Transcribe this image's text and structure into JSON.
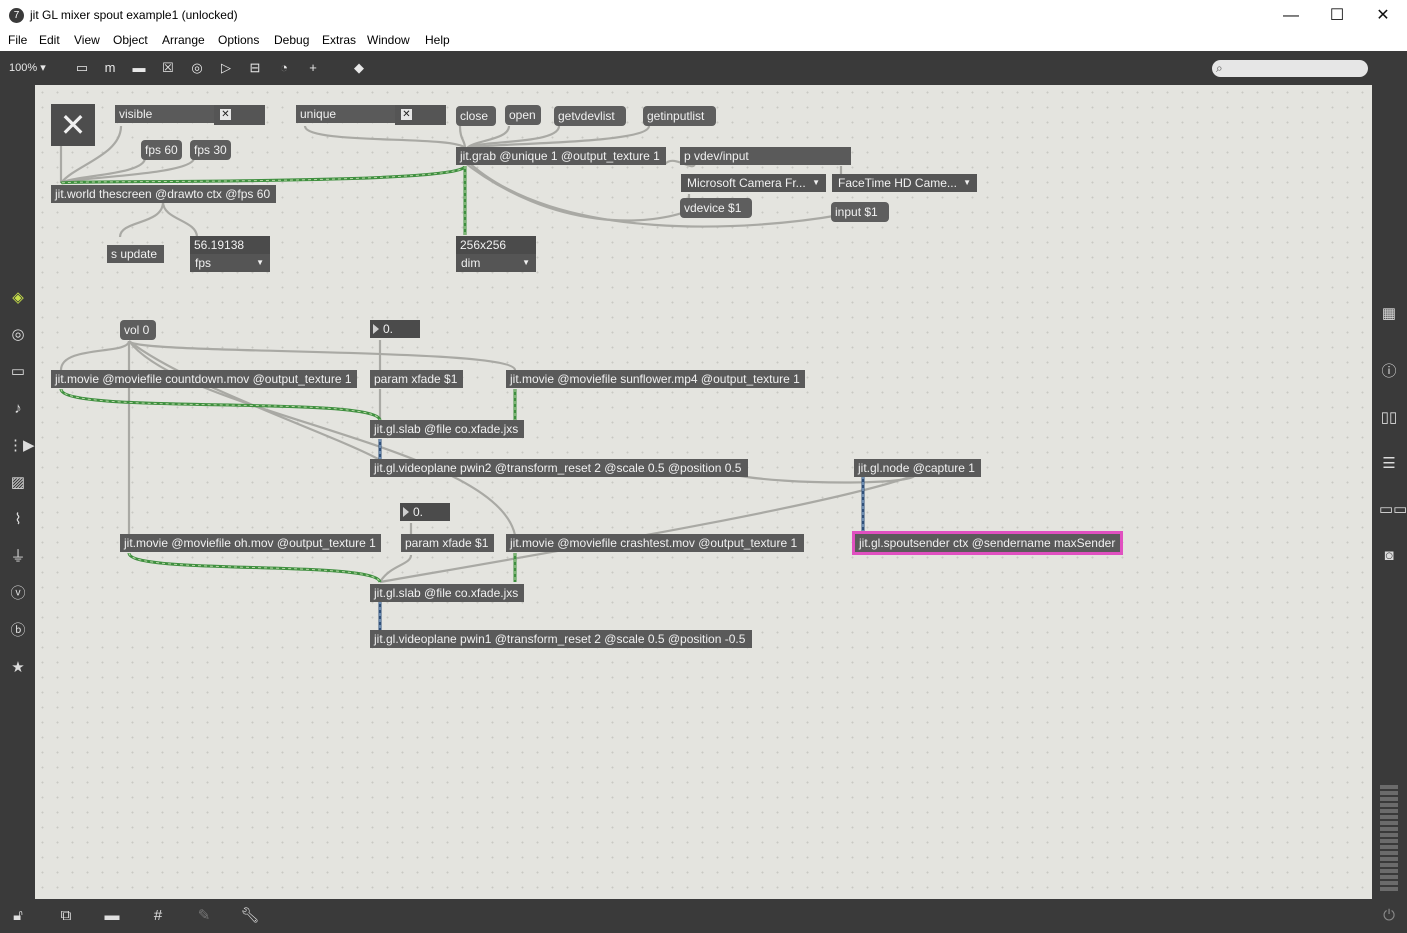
{
  "window": {
    "title": "jit GL mixer spout example1 (unlocked)",
    "app_icon": "7",
    "minimize": "—",
    "maximize": "☐",
    "close": "✕"
  },
  "menu": [
    "File",
    "Edit",
    "View",
    "Object",
    "Arrange",
    "Options",
    "Debug",
    "Extras",
    "Window",
    "Help"
  ],
  "toolbar": {
    "zoom": "100% ▾"
  },
  "objects": {
    "visible_label": "visible",
    "unique_label": "unique",
    "close_msg": "close",
    "open_msg": "open",
    "getvdevlist_msg": "getvdevlist",
    "getinputlist_msg": "getinputlist",
    "fps60_msg": "fps 60",
    "fps30_msg": "fps 30",
    "jitgrab": "jit.grab @unique 1 @output_texture 1",
    "pvdev": "p vdev/input",
    "camera_menu": "Microsoft Camera Fr...",
    "facetime_menu": "FaceTime HD Came...",
    "vdevice_msg": "vdevice $1",
    "input_msg": "input $1",
    "jitworld": "jit.world thescreen @drawto ctx @fps 60",
    "s_update": "s update",
    "fps_value": "56.19138",
    "fps_menu": "fps",
    "dim_value": "256x256",
    "dim_menu": "dim",
    "vol_msg": "vol 0",
    "num1": "0.",
    "num2": "0.",
    "movie_countdown": "jit.movie @moviefile countdown.mov @output_texture 1",
    "param_xfade1": "param xfade $1",
    "movie_sunflower": "jit.movie @moviefile sunflower.mp4 @output_texture 1",
    "slab1": "jit.gl.slab @file co.xfade.jxs",
    "videoplane2": "jit.gl.videoplane pwin2 @transform_reset 2 @scale 0.5 @position 0.5",
    "glnode": "jit.gl.node @capture 1",
    "movie_oh": "jit.movie @moviefile oh.mov @output_texture 1",
    "param_xfade2": "param xfade $1",
    "movie_crashtest": "jit.movie @moviefile crashtest.mov @output_texture 1",
    "spoutsender": "jit.gl.spoutsender ctx @sendername maxSender",
    "slab2": "jit.gl.slab @file co.xfade.jxs",
    "videoplane1": "jit.gl.videoplane pwin1 @transform_reset 2 @scale 0.5 @position -0.5",
    "bang_close_glyph": "✕",
    "toggle_glyph": "✕"
  },
  "colors": {
    "canvas": "#e4e4df",
    "chrome": "#3a3a3a",
    "object": "#5a5a5a",
    "patchcord": "#a9a9a4",
    "texcord": "#3f8f3f",
    "spout_highlight": "#e050c0"
  },
  "icons": {
    "left": [
      "cube-icon",
      "target-icon",
      "film-icon",
      "music-note-icon",
      "play-list-icon",
      "image-icon",
      "paperclip-icon",
      "plug-icon",
      "v-icon",
      "b-icon",
      "star-icon"
    ],
    "right": [
      "grid-icon",
      "info-icon",
      "book-icon",
      "list-icon",
      "reference-icon",
      "camera-icon",
      "level-meter-icon"
    ],
    "bottom": [
      "lock-icon",
      "present-icon",
      "comment-icon",
      "grid-icon",
      "snap-icon",
      "wrench-icon",
      "power-icon"
    ]
  }
}
